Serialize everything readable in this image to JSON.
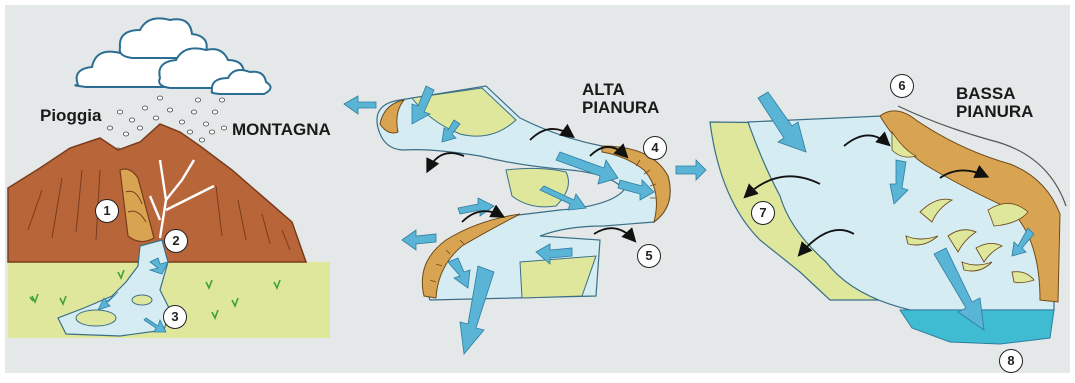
{
  "labels": {
    "rain": "Pioggia",
    "mountain": "MONTAGNA",
    "high_plain_1": "ALTA",
    "high_plain_2": "PIANURA",
    "low_plain_1": "BASSA",
    "low_plain_2": "PIANURA"
  },
  "markers": {
    "m1": "1",
    "m2": "2",
    "m3": "3",
    "m4": "4",
    "m5": "5",
    "m6": "6",
    "m7": "7",
    "m8": "8"
  },
  "colors": {
    "background": "#e5e8e8",
    "mountain": "#b9653a",
    "ground": "#dfe79c",
    "water": "#d5ecf2",
    "deposit": "#d9a452",
    "arrow": "#5ab4d6",
    "sea": "#3fbcd2"
  }
}
